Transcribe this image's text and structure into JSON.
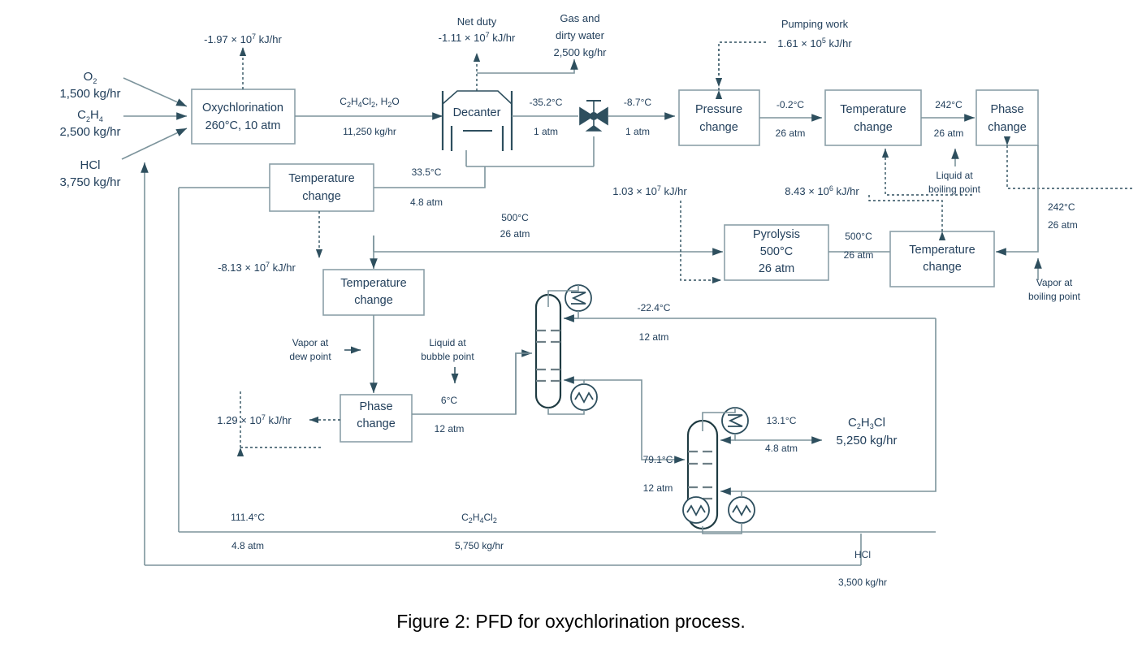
{
  "figure": {
    "caption": "Figure 2: PFD for oxychlorination process.",
    "colors": {
      "line": "#7d949c",
      "line_dark": "#2e4f5e",
      "text": "#23405c",
      "box_border": "#8ca0a8",
      "background": "#ffffff",
      "caption_text": "#000000"
    }
  },
  "feeds": [
    {
      "name": "O2",
      "species_main": "O",
      "species_sub": "2",
      "rate": "1,500 kg/hr"
    },
    {
      "name": "C2H4",
      "species_main": "C",
      "species_sub": "2",
      "species_main2": "H",
      "species_sub2": "4",
      "rate": "2,500 kg/hr"
    },
    {
      "name": "HCl",
      "species_main": "HCl",
      "rate": "3,750 kg/hr"
    }
  ],
  "units": {
    "oxychlorination": {
      "line1": "Oxychlorination",
      "line2": "260°C, 10 atm"
    },
    "decanter": {
      "label": "Decanter"
    },
    "pressure_change": {
      "line1": "Pressure",
      "line2": "change"
    },
    "temp_change_top_right": {
      "line1": "Temperature",
      "line2": "change"
    },
    "phase_change_top_right": {
      "line1": "Phase",
      "line2": "change"
    },
    "temp_change_upper_left": {
      "line1": "Temperature",
      "line2": "change"
    },
    "temp_change_mid_left": {
      "line1": "Temperature",
      "line2": "change"
    },
    "phase_change_mid_left": {
      "line1": "Phase",
      "line2": "change"
    },
    "pyrolysis": {
      "line1": "Pyrolysis",
      "line2": "500°C",
      "line3": "26 atm"
    },
    "temp_change_lower_right": {
      "line1": "Temperature",
      "line2": "change"
    }
  },
  "duties": {
    "oxychlorination_duty": {
      "mantissa": "-1.97 × 10",
      "exponent": "7",
      "units": " kJ/hr"
    },
    "decanter_net_duty_title": "Net duty",
    "decanter_net_duty": {
      "mantissa": "-1.11 × 10",
      "exponent": "7",
      "units": " kJ/hr"
    },
    "pumping_work_title": "Pumping work",
    "pumping_work": {
      "mantissa": "1.61 × 10",
      "exponent": "5",
      "units": " kJ/hr"
    },
    "pyrolysis_in_duty": {
      "mantissa": "1.03 × 10",
      "exponent": "7",
      "units": " kJ/hr"
    },
    "pyrolysis_out_duty": {
      "mantissa": "8.43 × 10",
      "exponent": "6",
      "units": " kJ/hr"
    },
    "temp_change_upper_left_duty": {
      "mantissa": "-8.13 × 10",
      "exponent": "7",
      "units": " kJ/hr"
    },
    "phase_change_mid_left_duty": {
      "mantissa": "1.29 × 10",
      "exponent": "7",
      "units": " kJ/hr"
    }
  },
  "streams": {
    "oxy_to_decanter_species": "C2H4Cl2, H2O",
    "oxy_to_decanter_rate": "11,250 kg/hr",
    "gas_dirty_water_title_1": "Gas and",
    "gas_dirty_water_title_2": "dirty water",
    "gas_dirty_water_rate": "2,500 kg/hr",
    "decanter_out_temp": "-35.2°C",
    "decanter_out_pressure": "1 atm",
    "valve_out_temp": "-8.7°C",
    "valve_out_pressure": "1 atm",
    "pressure_change_out_temp": "-0.2°C",
    "pressure_change_out_pressure": "26 atm",
    "temp_change_out_temp": "242°C",
    "temp_change_out_pressure": "26 atm",
    "phase_change_out_temp": "242°C",
    "phase_change_out_pressure": "26 atm",
    "liquid_at_boiling_point_1": "Liquid at",
    "liquid_at_boiling_point_2": "boiling point",
    "vapor_at_boiling_point_1": "Vapor at",
    "vapor_at_boiling_point_2": "boiling point",
    "decanter_recycle_temp": "33.5°C",
    "decanter_recycle_pressure": "4.8 atm",
    "pyrolysis_feed_temp": "500°C",
    "pyrolysis_feed_pressure": "26 atm",
    "pyrolysis_out_temp": "500°C",
    "pyrolysis_out_pressure": "26 atm",
    "vapor_at_dew_point_1": "Vapor at",
    "vapor_at_dew_point_2": "dew point",
    "liquid_at_bubble_point_1": "Liquid at",
    "liquid_at_bubble_point_2": "bubble point",
    "phase_change_mid_out_temp": "6°C",
    "phase_change_mid_out_pressure": "12 atm",
    "col1_overhead_temp": "-22.4°C",
    "col1_overhead_pressure": "12 atm",
    "col1_bottoms_temp": "79.1°C",
    "col1_bottoms_pressure": "12 atm",
    "col2_overhead_temp": "13.1°C",
    "col2_overhead_pressure": "4.8 atm",
    "product_species": "C2H3Cl",
    "product_rate": "5,250 kg/hr",
    "recycle_temp": "111.4°C",
    "recycle_pressure": "4.8 atm",
    "recycle_species": "C2H4Cl2",
    "recycle_rate": "5,750 kg/hr",
    "hcl_recycle_species": "HCl",
    "hcl_recycle_rate": "3,500 kg/hr"
  },
  "icons": {
    "valve": "valve-icon",
    "condenser": "condenser-heat-exchanger-icon",
    "reboiler": "reboiler-heat-exchanger-icon",
    "column": "distillation-column-icon",
    "decanter": "decanter-vessel-icon"
  }
}
